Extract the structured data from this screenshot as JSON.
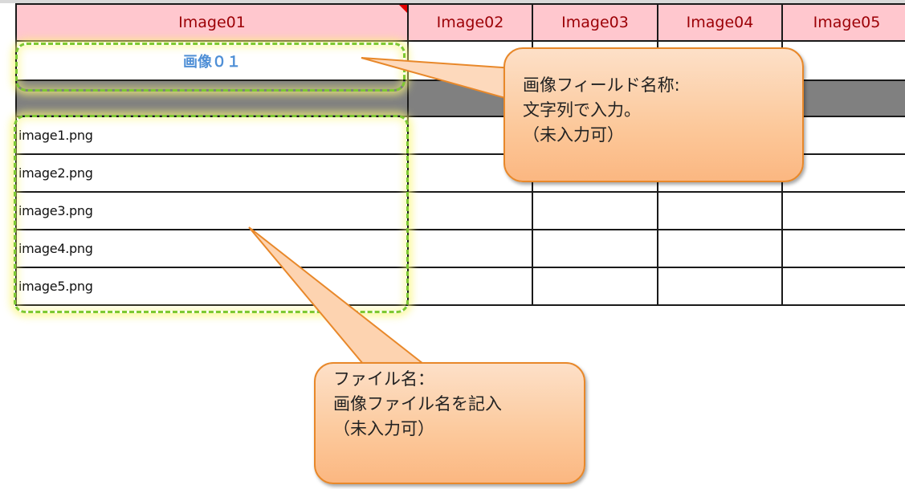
{
  "sheet": {
    "headers": [
      "Image01",
      "Image02",
      "Image03",
      "Image04",
      "Image05"
    ],
    "field_name": "画像０１",
    "files": [
      "image1.png",
      "image2.png",
      "image3.png",
      "image4.png",
      "image5.png"
    ]
  },
  "callouts": {
    "field_name_note": {
      "line1": "画像フィールド名称:",
      "line2": "文字列で入力。",
      "line3": "（未入力可）"
    },
    "file_name_note": {
      "line1": "ファイル名：",
      "line2": "画像ファイル名を記入",
      "line3": "（未入力可）"
    }
  },
  "colors": {
    "header_bg": "#ffc7ce",
    "header_text": "#9c0006",
    "field_name_text": "#4f8fd6",
    "highlight_border": "#7dc832",
    "callout_border": "#e8882a"
  }
}
